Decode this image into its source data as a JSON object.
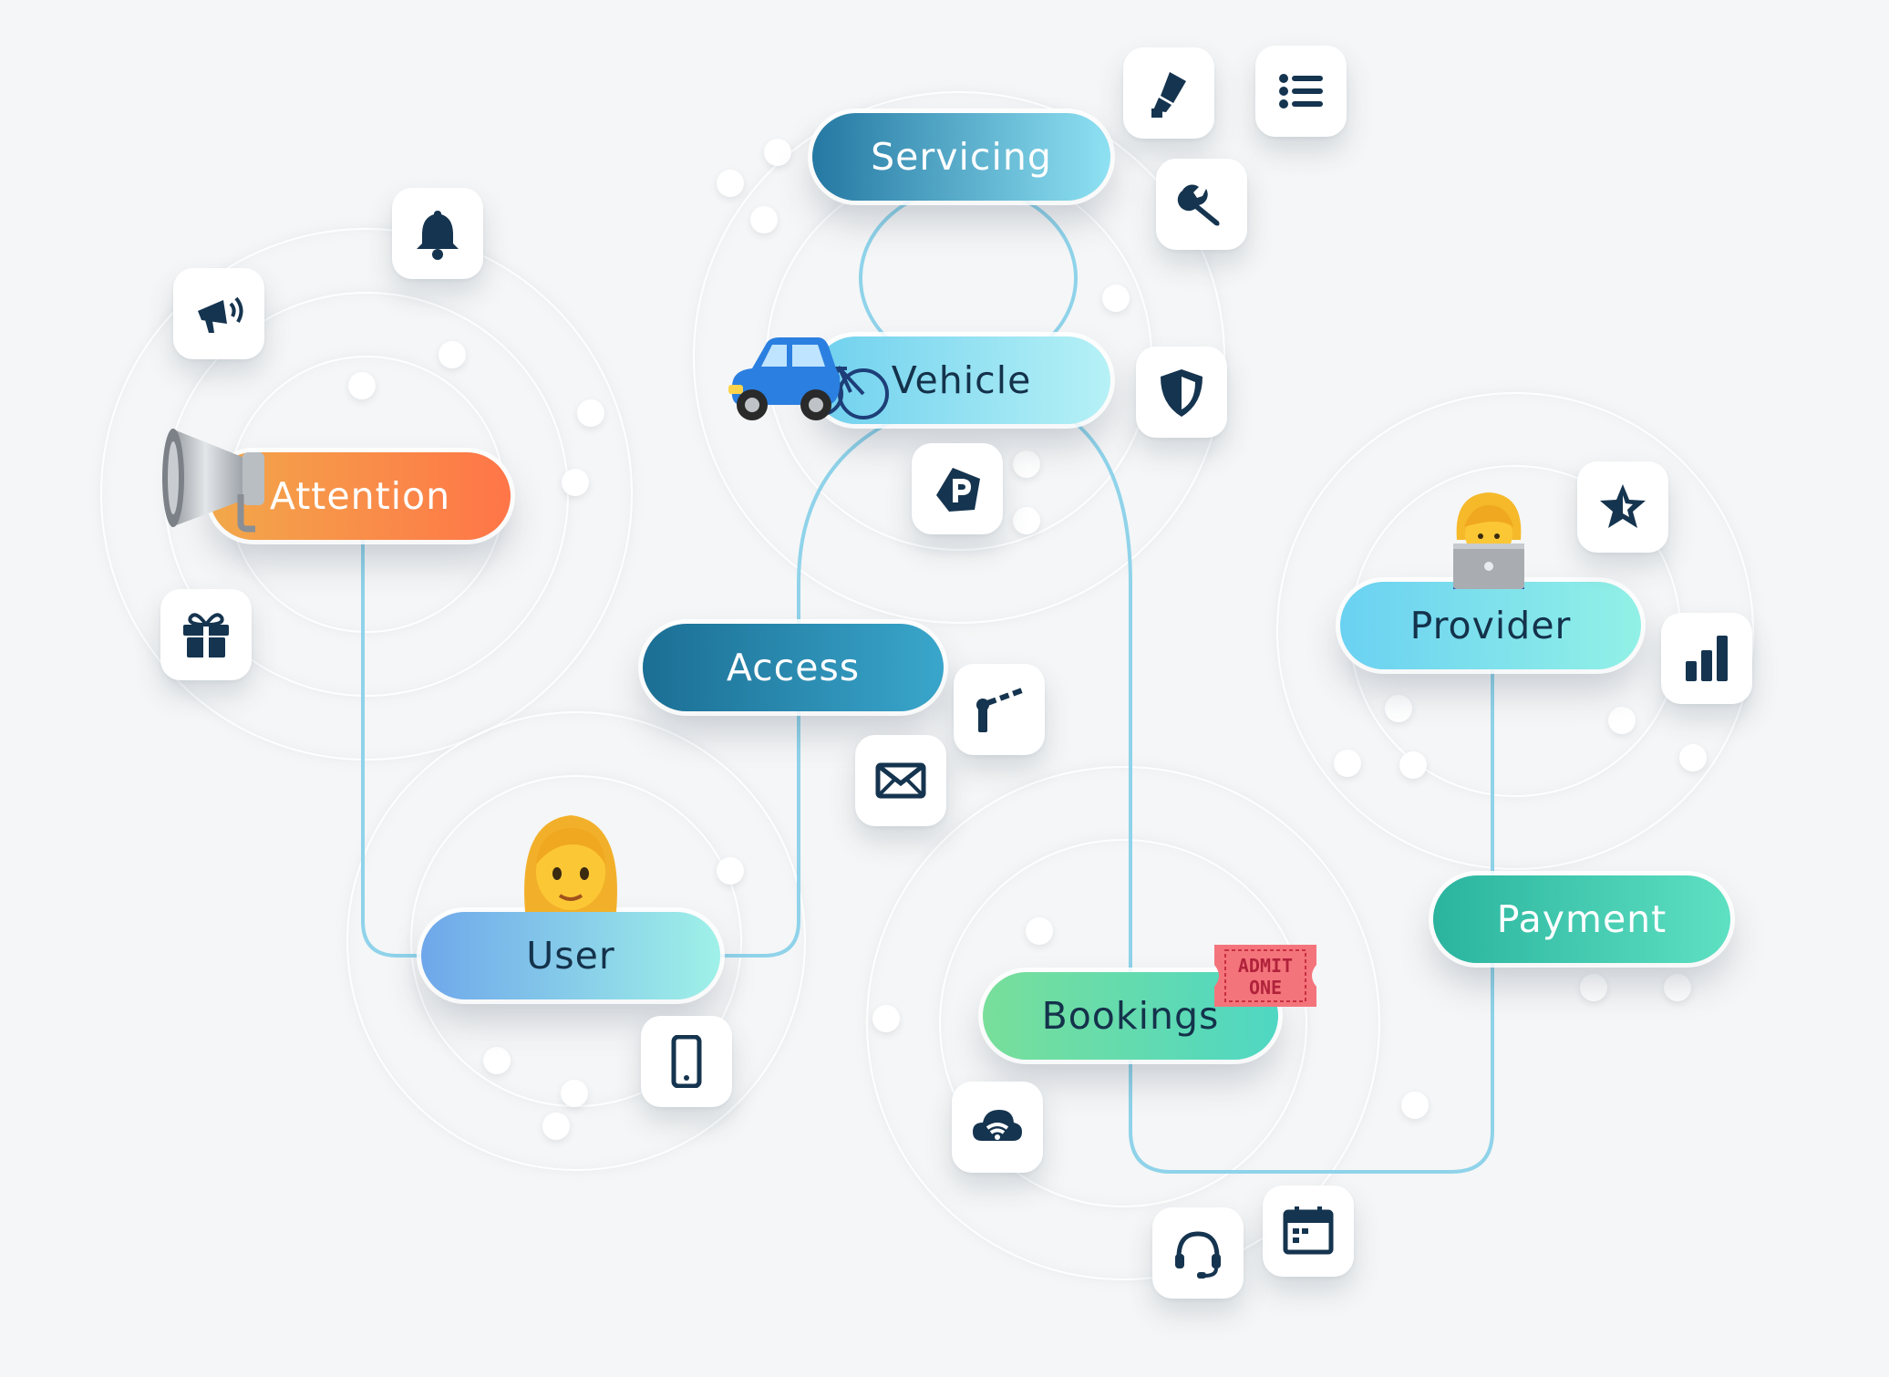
{
  "nodes": {
    "servicing": "Servicing",
    "vehicle": "Vehicle",
    "attention": "Attention",
    "access": "Access",
    "provider": "Provider",
    "user": "User",
    "payment": "Payment",
    "bookings": "Bookings"
  },
  "ticket": {
    "line1": "ADMIT",
    "line2": "ONE"
  },
  "icons": [
    "pen-icon",
    "list-icon",
    "wrench-icon",
    "bell-icon",
    "megaphone-icon",
    "shield-icon",
    "parking-icon",
    "star-icon",
    "bar-chart-icon",
    "gift-icon",
    "barrier-icon",
    "mail-icon",
    "phone-icon",
    "cloud-wifi-icon",
    "headset-icon",
    "calendar-icon"
  ],
  "colors": {
    "icon": "#15344f",
    "wire": "#8fd3ea",
    "attention": [
      "#f2a84a",
      "#ff7548"
    ],
    "servicing": [
      "#2478a2",
      "#8fe2f3"
    ],
    "vehicle": [
      "#6fd0ee",
      "#b6f1f6"
    ],
    "access": [
      "#1b6e94",
      "#3aa6cb"
    ],
    "provider": [
      "#6ad1f2",
      "#92f1e6"
    ],
    "user": [
      "#6ea7ea",
      "#9ff1e8"
    ],
    "payment": [
      "#2ab49e",
      "#5ee0c2"
    ],
    "bookings": [
      "#78df9a",
      "#4fd7c3"
    ]
  }
}
